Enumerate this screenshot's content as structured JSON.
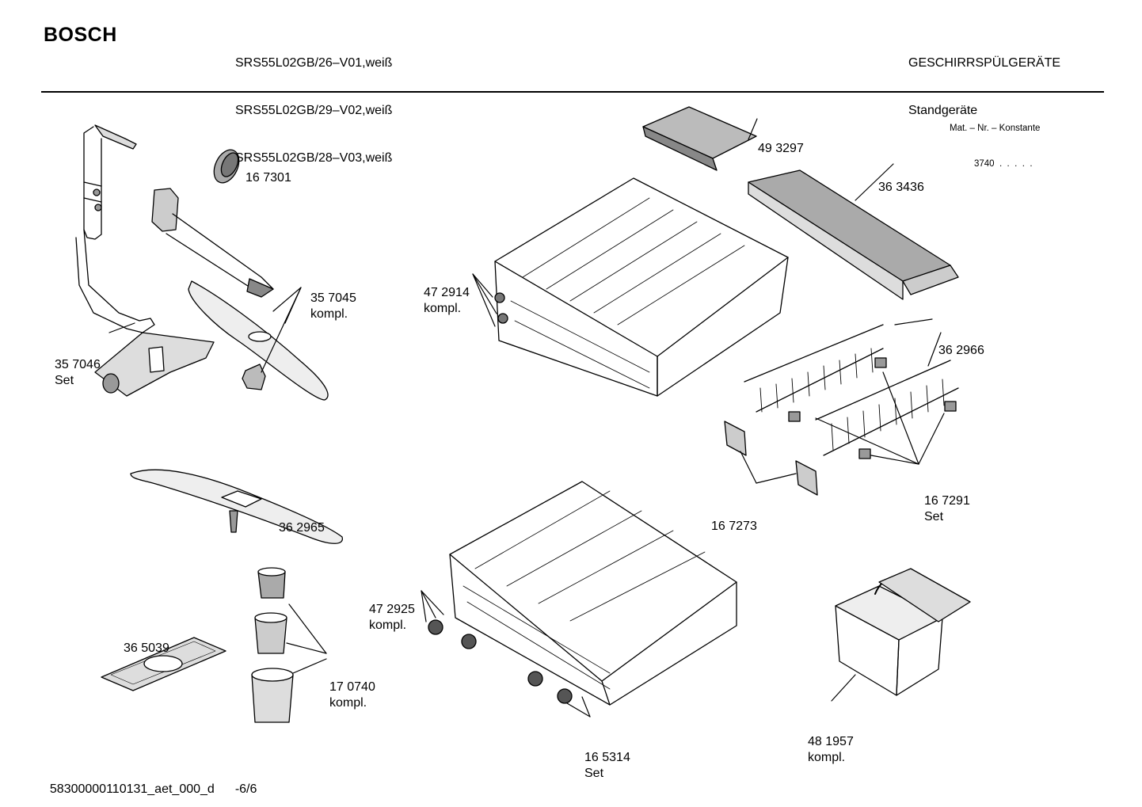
{
  "header": {
    "brand": "BOSCH",
    "models": [
      "SRS55L02GB/26–V01,weiß",
      "SRS55L02GB/29–V02,weiß",
      "SRS55L02GB/28–V03,weiß"
    ],
    "category": "GESCHIRRSPÜLGERÄTE",
    "subcategory": "Standgeräte",
    "constant_label": "Mat. – Nr. – Konstante",
    "constant_value": "3740  .  .  .  .  ."
  },
  "parts": [
    {
      "number": "16 7301",
      "note": ""
    },
    {
      "number": "35 7045",
      "note": "kompl."
    },
    {
      "number": "35 7046",
      "note": "Set"
    },
    {
      "number": "49 3297",
      "note": ""
    },
    {
      "number": "36 3436",
      "note": ""
    },
    {
      "number": "47 2914",
      "note": "kompl."
    },
    {
      "number": "36 2966",
      "note": ""
    },
    {
      "number": "16 7291",
      "note": "Set"
    },
    {
      "number": "16 7273",
      "note": ""
    },
    {
      "number": "36 2965",
      "note": ""
    },
    {
      "number": "47 2925",
      "note": "kompl."
    },
    {
      "number": "36 5039",
      "note": ""
    },
    {
      "number": "17 0740",
      "note": "kompl."
    },
    {
      "number": "16 5314",
      "note": "Set"
    },
    {
      "number": "48 1957",
      "note": "kompl."
    }
  ],
  "footer": {
    "document_id": "58300000110131_aet_000_d",
    "page": "-6/6"
  }
}
